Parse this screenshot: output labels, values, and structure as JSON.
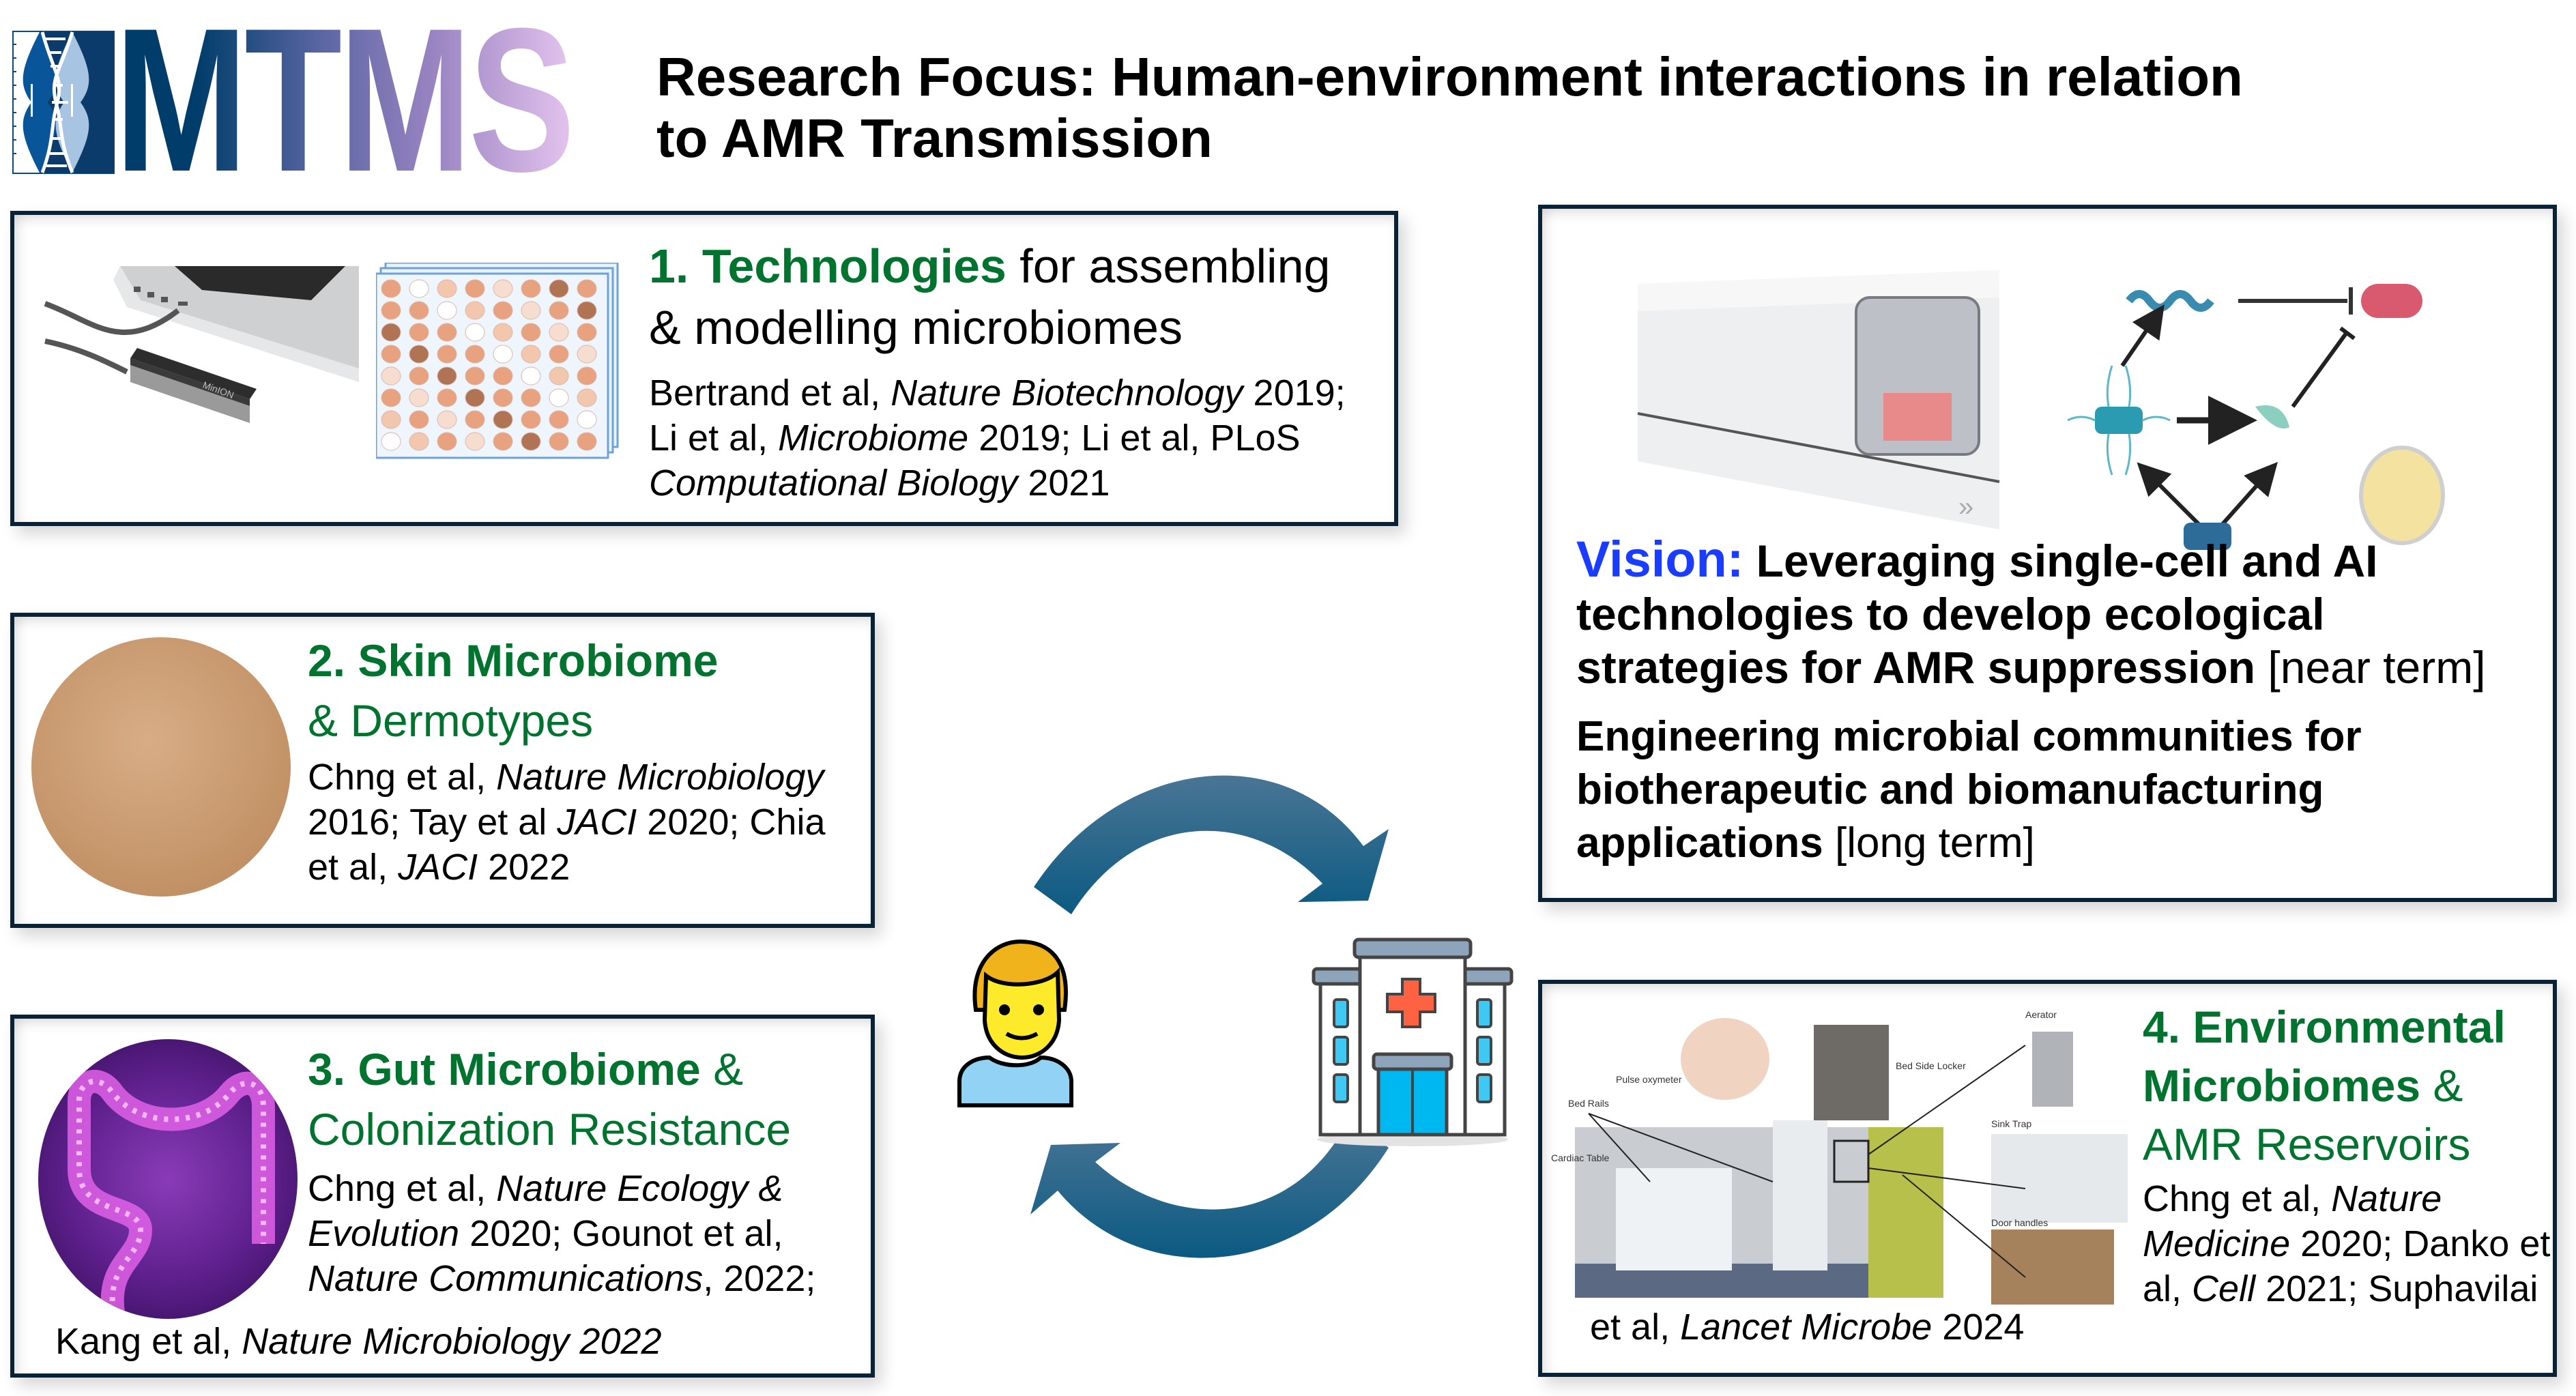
{
  "logo": {
    "text": "MTMS",
    "icon": "dna-violin-plot-icon"
  },
  "title": {
    "line1": "Research Focus: Human-environment interactions in relation",
    "line2": "to AMR Transmission"
  },
  "colors": {
    "heading_green": "#00732e",
    "vision_blue": "#1a3cff",
    "border": "#0a2236",
    "arrow": "#0f5c82"
  },
  "panel1": {
    "num_label": "1. Technologies",
    "head_rest": " for assembling",
    "head_line2": "& modelling microbiomes",
    "citations": [
      {
        "text": "Bertrand et al, ",
        "journal": "Nature Biotechnology",
        "tail": " 2019;"
      },
      {
        "text": "Li et al, ",
        "journal": "Microbiome",
        "tail": " 2019; Li et al, PLoS"
      },
      {
        "text": "",
        "journal": "Computational Biology",
        "tail": " 2021"
      }
    ],
    "images": [
      "nanopore-sequencer-laptop-image",
      "well-plate-image"
    ],
    "device_label": "MinION"
  },
  "panel2": {
    "head_line1": "2. Skin Microbiome",
    "head_line2": "& Dermotypes",
    "cite_l1_a": "Chng et al, ",
    "cite_l1_j": "Nature Microbiology",
    "cite_l2_a": "2016; Tay et al ",
    "cite_l2_j": "JACI",
    "cite_l2_b": " 2020; Chia",
    "cite_l3_a": "et al, ",
    "cite_l3_j": "JACI",
    "cite_l3_b": " 2022"
  },
  "panel3": {
    "head_line1_bold": "3. Gut Microbiome",
    "head_line1_rest": " &",
    "head_line2": "Colonization Resistance",
    "cite_l1_a": "Chng et al, ",
    "cite_l1_j": "Nature Ecology &",
    "cite_l2_j": "Evolution",
    "cite_l2_b": " 2020; Gounot et al,",
    "cite_l3_j": "Nature Communications",
    "cite_l3_b": ", 2022;",
    "cite_l4_a": "Kang et al, ",
    "cite_l4_j": "Nature Microbiology 2022"
  },
  "vision": {
    "label": "Vision:",
    "p1_bold": " Leveraging single-cell and AI technologies to develop ecological strategies for AMR suppression",
    "p1_term": " [near term]",
    "p2_bold": "Engineering microbial communities for biotherapeutic and biomanufacturing applications",
    "p2_term": " [long term]"
  },
  "panel4": {
    "head_line1": "4. Environmental",
    "head_line2_bold": "Microbiomes",
    "head_line2_rest": " &",
    "head_line3": "AMR Reservoirs",
    "cite_l1_a": "Chng et al, ",
    "cite_l1_j": "Nature",
    "cite_l2_j": "Medicine",
    "cite_l2_b": " 2020; Danko et",
    "cite_l3_a": "al, ",
    "cite_l3_j": "Cell",
    "cite_l3_b": " 2021; Suphavilai",
    "cite_l4_a": "et al, ",
    "cite_l4_j": "Lancet Microbe",
    "cite_l4_b": " 2024",
    "photo_labels": [
      "Aerator",
      "Bed Side Locker",
      "Pulse oxymeter",
      "Bed Rails",
      "Sink Trap",
      "Cardiac Table",
      "Door handles"
    ]
  },
  "center": {
    "left_icon": "person-icon",
    "right_icon": "hospital-icon",
    "arrows": "cycle-arrows-icon"
  }
}
